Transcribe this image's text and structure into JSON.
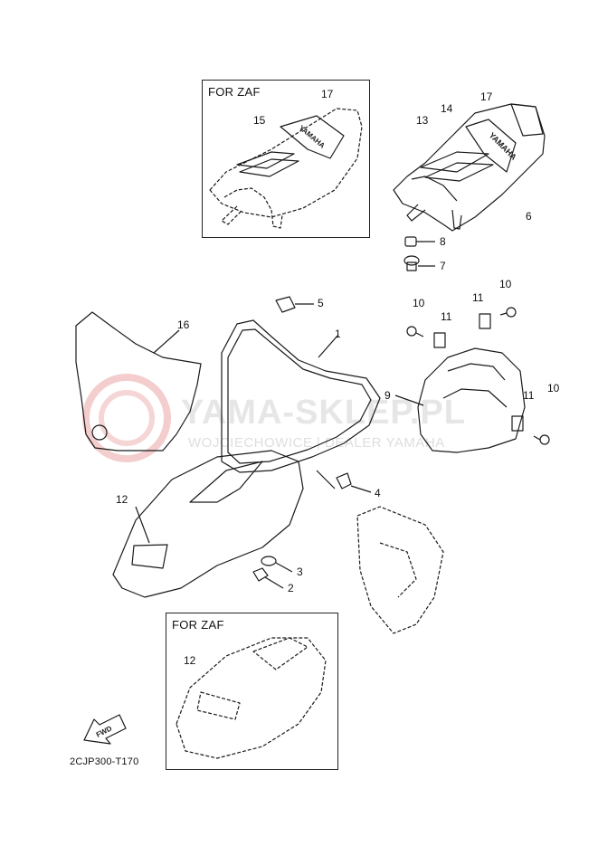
{
  "diagram_code": "2CJP300-T170",
  "insets": [
    {
      "label": "FOR ZAF"
    },
    {
      "label": "FOR ZAF"
    }
  ],
  "callouts": {
    "c1": "1",
    "c2": "2",
    "c3": "3",
    "c4": "4",
    "c5": "5",
    "c6": "6",
    "c7": "7",
    "c8": "8",
    "c9": "9",
    "c10a": "10",
    "c10b": "10",
    "c10c": "10",
    "c11a": "11",
    "c11b": "11",
    "c11c": "11",
    "c12a": "12",
    "c12b": "12",
    "c13": "13",
    "c14": "14",
    "c15": "15",
    "c16": "16",
    "c17a": "17",
    "c17b": "17"
  },
  "seat_logo_text": "YAMAHA",
  "fwd_arrow_text": "FWD",
  "watermark": {
    "main": "YAMA-SKLEP.PL",
    "sub": "WOJCIECHOWICE | DEALER YAMAHA"
  },
  "colors": {
    "line": "#1a1a1a",
    "watermark": "#e0b0b0"
  }
}
